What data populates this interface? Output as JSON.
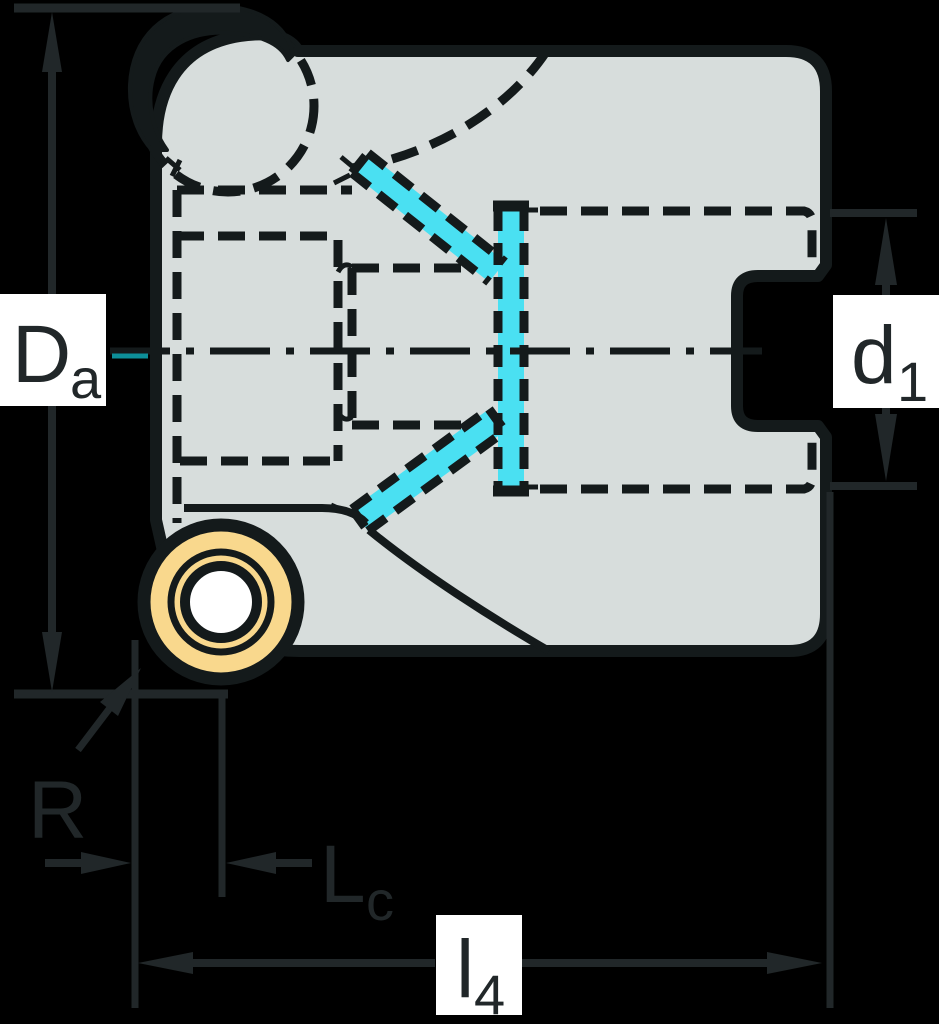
{
  "drawing": {
    "kind": "milling-cutter-side-view-technical-drawing",
    "labels": {
      "da": {
        "base": "D",
        "sub": "a"
      },
      "d1": {
        "base": "d",
        "sub": "1"
      },
      "r": {
        "base": "R",
        "sub": ""
      },
      "lc": {
        "base": "L",
        "sub": "c"
      },
      "l4": {
        "base": "l",
        "sub": "4"
      }
    }
  },
  "colors": {
    "background": "#000000",
    "body_fill": "#d7dddc",
    "outline": "#141a1b",
    "dimension": "#212729",
    "coolant_highlight": "#4ae0f2",
    "insert_fill": "#f9d88d",
    "insert_hole": "#ffffff",
    "centerline_accent": "#0d8f99",
    "label_box": "#ffffff"
  }
}
